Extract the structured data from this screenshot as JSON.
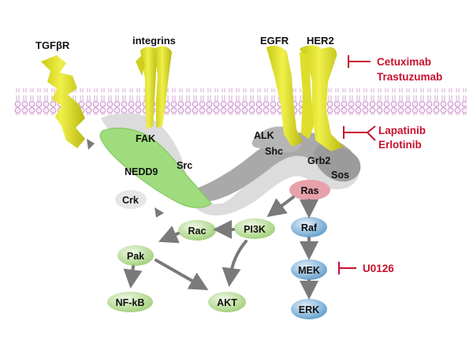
{
  "receptors": {
    "tgfbr": "TGFβR",
    "integrins": "integrins",
    "egfr": "EGFR",
    "her2": "HER2"
  },
  "complex": {
    "fak": "FAK",
    "src": "Src",
    "nedd9": "NEDD9",
    "crk": "Crk",
    "alk": "ALK",
    "shc": "Shc",
    "grb2": "Grb2",
    "sos": "Sos"
  },
  "nodes": {
    "ras": "Ras",
    "rac": "Rac",
    "pi3k": "PI3K",
    "raf": "Raf",
    "pak": "Pak",
    "mek": "MEK",
    "nfkb": "NF-kB",
    "akt": "AKT",
    "erk": "ERK"
  },
  "drugs": {
    "cetuximab": "Cetuximab",
    "trastuzumab": "Trastuzumab",
    "lapatinib": "Lapatinib",
    "erlotinib": "Erlotinib",
    "u0126": "U0126"
  },
  "colors": {
    "receptor": "#e2e233",
    "membrane": "#d9a8d9",
    "green_node": "#b7dd94",
    "blue_node": "#7fb2d8",
    "ras": "#e7a1ab",
    "gray_node": "#e6e6e6",
    "inhibitor": "#c8102e",
    "arrow": "#777777"
  }
}
